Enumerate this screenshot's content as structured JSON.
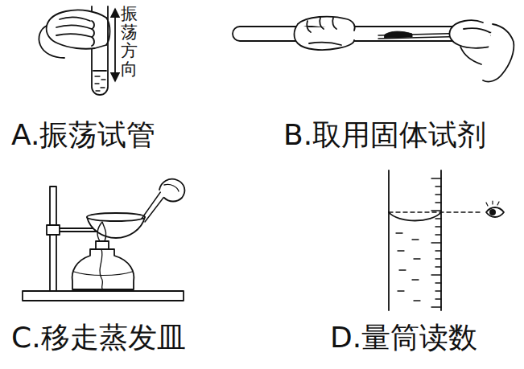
{
  "diagram": {
    "labels": [
      "振荡方向",
      "A.振荡试管",
      "B.取用固体试剂",
      "C.移走蒸发皿",
      "D.量筒读数"
    ]
  }
}
